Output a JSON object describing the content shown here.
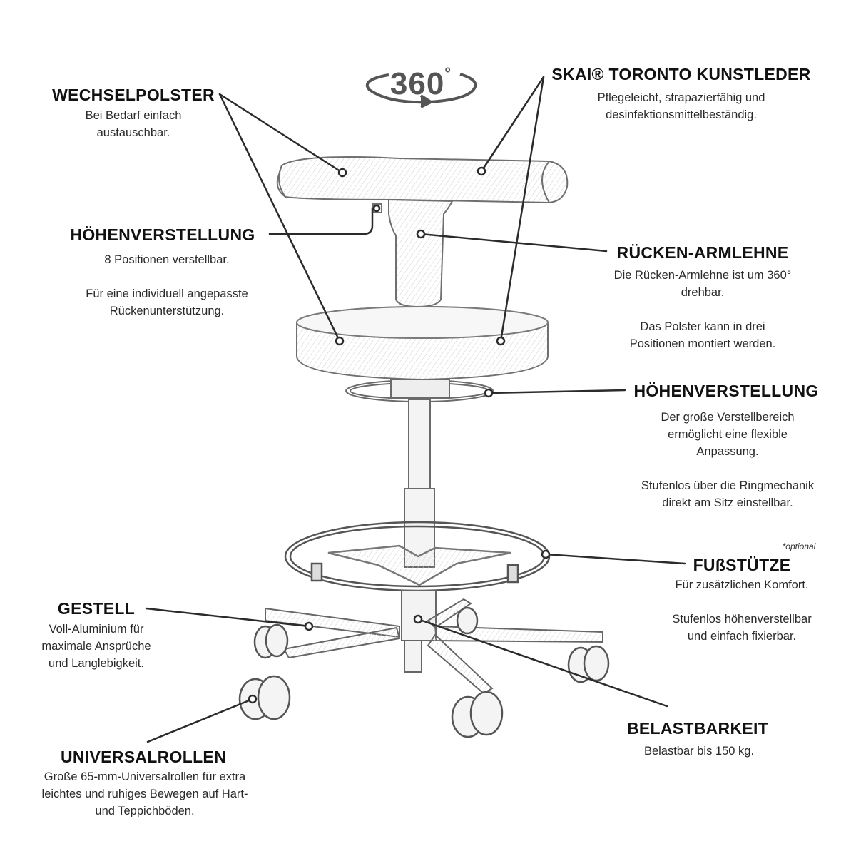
{
  "badge": {
    "label": "360",
    "degree": "°"
  },
  "labels": {
    "wechselpolster": {
      "title": "WECHSELPOLSTER",
      "desc": [
        "Bei Bedarf einfach",
        "austauschbar."
      ]
    },
    "skai": {
      "title": "SKAI® TORONTO KUNSTLEDER",
      "desc": [
        "Pflegeleicht, strapazierfähig und",
        "desinfektionsmittelbeständig."
      ]
    },
    "hoehen1": {
      "title": "HÖHENVERSTELLUNG",
      "desc1": [
        "8 Positionen verstellbar."
      ],
      "desc2": [
        "Für eine individuell angepasste",
        "Rückenunterstützung."
      ]
    },
    "ruecken": {
      "title": "RÜCKEN-ARMLEHNE",
      "desc1": [
        "Die Rücken-Armlehne ist um 360°",
        "drehbar."
      ],
      "desc2": [
        "Das Polster kann in drei",
        "Positionen montiert werden."
      ]
    },
    "hoehen2": {
      "title": "HÖHENVERSTELLUNG",
      "desc1": [
        "Der große Verstellbereich",
        "ermöglicht eine flexible",
        "Anpassung."
      ],
      "desc2": [
        "Stufenlos über die Ringmechanik",
        "direkt am Sitz einstellbar."
      ]
    },
    "fuss": {
      "note": "*optional",
      "title": "FUßSTÜTZE",
      "desc1": [
        "Für zusätzlichen Komfort."
      ],
      "desc2": [
        "Stufenlos höhenverstellbar",
        "und einfach fixierbar."
      ]
    },
    "gestell": {
      "title": "GESTELL",
      "desc": [
        "Voll-Aluminium für",
        "maximale Ansprüche",
        "und Langlebigkeit."
      ]
    },
    "belast": {
      "title": "BELASTBARKEIT",
      "desc": [
        "Belastbar bis 150 kg."
      ]
    },
    "rollen": {
      "title": "UNIVERSALROLLEN",
      "desc": [
        "Große 65-mm-Universalrollen für extra",
        "leichtes und ruhiges Bewegen auf Hart-",
        "und Teppichböden."
      ]
    }
  },
  "colors": {
    "line": "#2b2b2b",
    "sketch": "#7a7a7a",
    "fill": "#f1f1f1"
  }
}
